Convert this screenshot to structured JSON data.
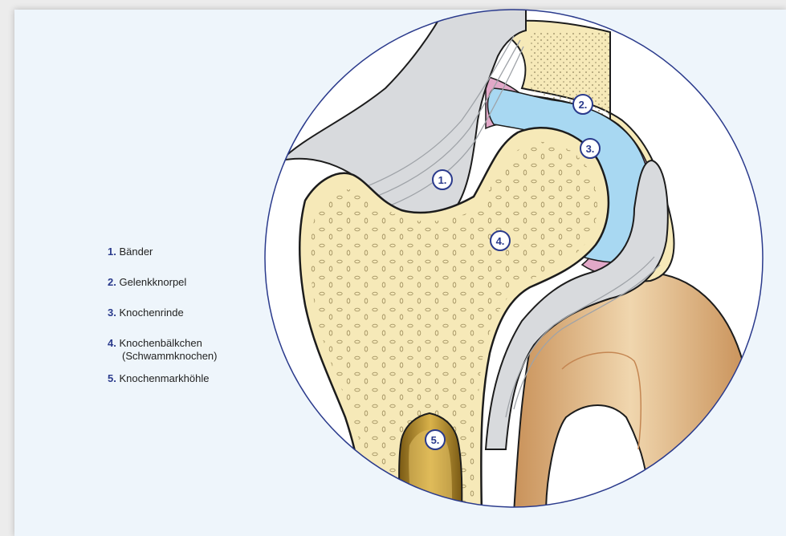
{
  "legend": {
    "items": [
      {
        "num": "1.",
        "label": "Bänder"
      },
      {
        "num": "2.",
        "label": "Gelenkknorpel"
      },
      {
        "num": "3.",
        "label": "Knochenrinde"
      },
      {
        "num": "4.",
        "label": "Knochenbälkchen",
        "sub": "(Schwammknochen)"
      },
      {
        "num": "5.",
        "label": "Knochenmarkhöhle"
      }
    ]
  },
  "callouts": [
    "1.",
    "2.",
    "3.",
    "4.",
    "5."
  ],
  "colors": {
    "background": "#eef5fb",
    "accent": "#2a3a8c",
    "bone": "#f6e9b8",
    "bone_outline": "#1c1c1c",
    "cartilage": "#a8d8f2",
    "capsule": "#e2a8c8",
    "ligament": "#d8dadd",
    "marrow": "#b8902e",
    "lower_bone": "#e8c89a"
  }
}
